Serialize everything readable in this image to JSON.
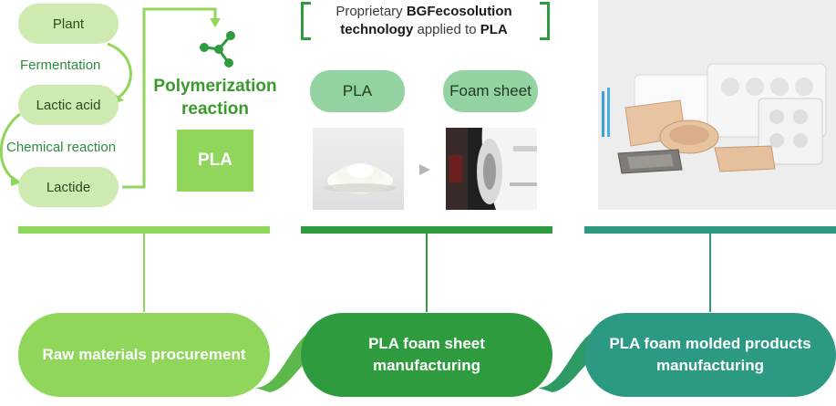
{
  "raw_process": {
    "plant": "Plant",
    "fermentation": "Fermentation",
    "lactic_acid": "Lactic acid",
    "chemical_reaction": "Chemical reaction",
    "lactide": "Lactide",
    "polymerization": "Polymerization reaction",
    "pla_box": "PLA"
  },
  "technology": {
    "prefix": "Proprietary ",
    "brand": "BGFecosolution",
    "middle": "technology",
    "suffix": " applied to ",
    "pla": "PLA"
  },
  "sheet_process": {
    "pla": "PLA",
    "foam_sheet": "Foam sheet"
  },
  "stages": {
    "stage1": "Raw materials procurement",
    "stage2_line1": "PLA foam sheet",
    "stage2_line2": "manufacturing",
    "stage3_line1": "PLA foam molded products",
    "stage3_line2": "manufacturing"
  },
  "colors": {
    "stage1": "#8fd65a",
    "stage2": "#2e9b3e",
    "stage3": "#2c9a82"
  },
  "icons": [
    "molecule-icon",
    "arrow-right-icon"
  ]
}
